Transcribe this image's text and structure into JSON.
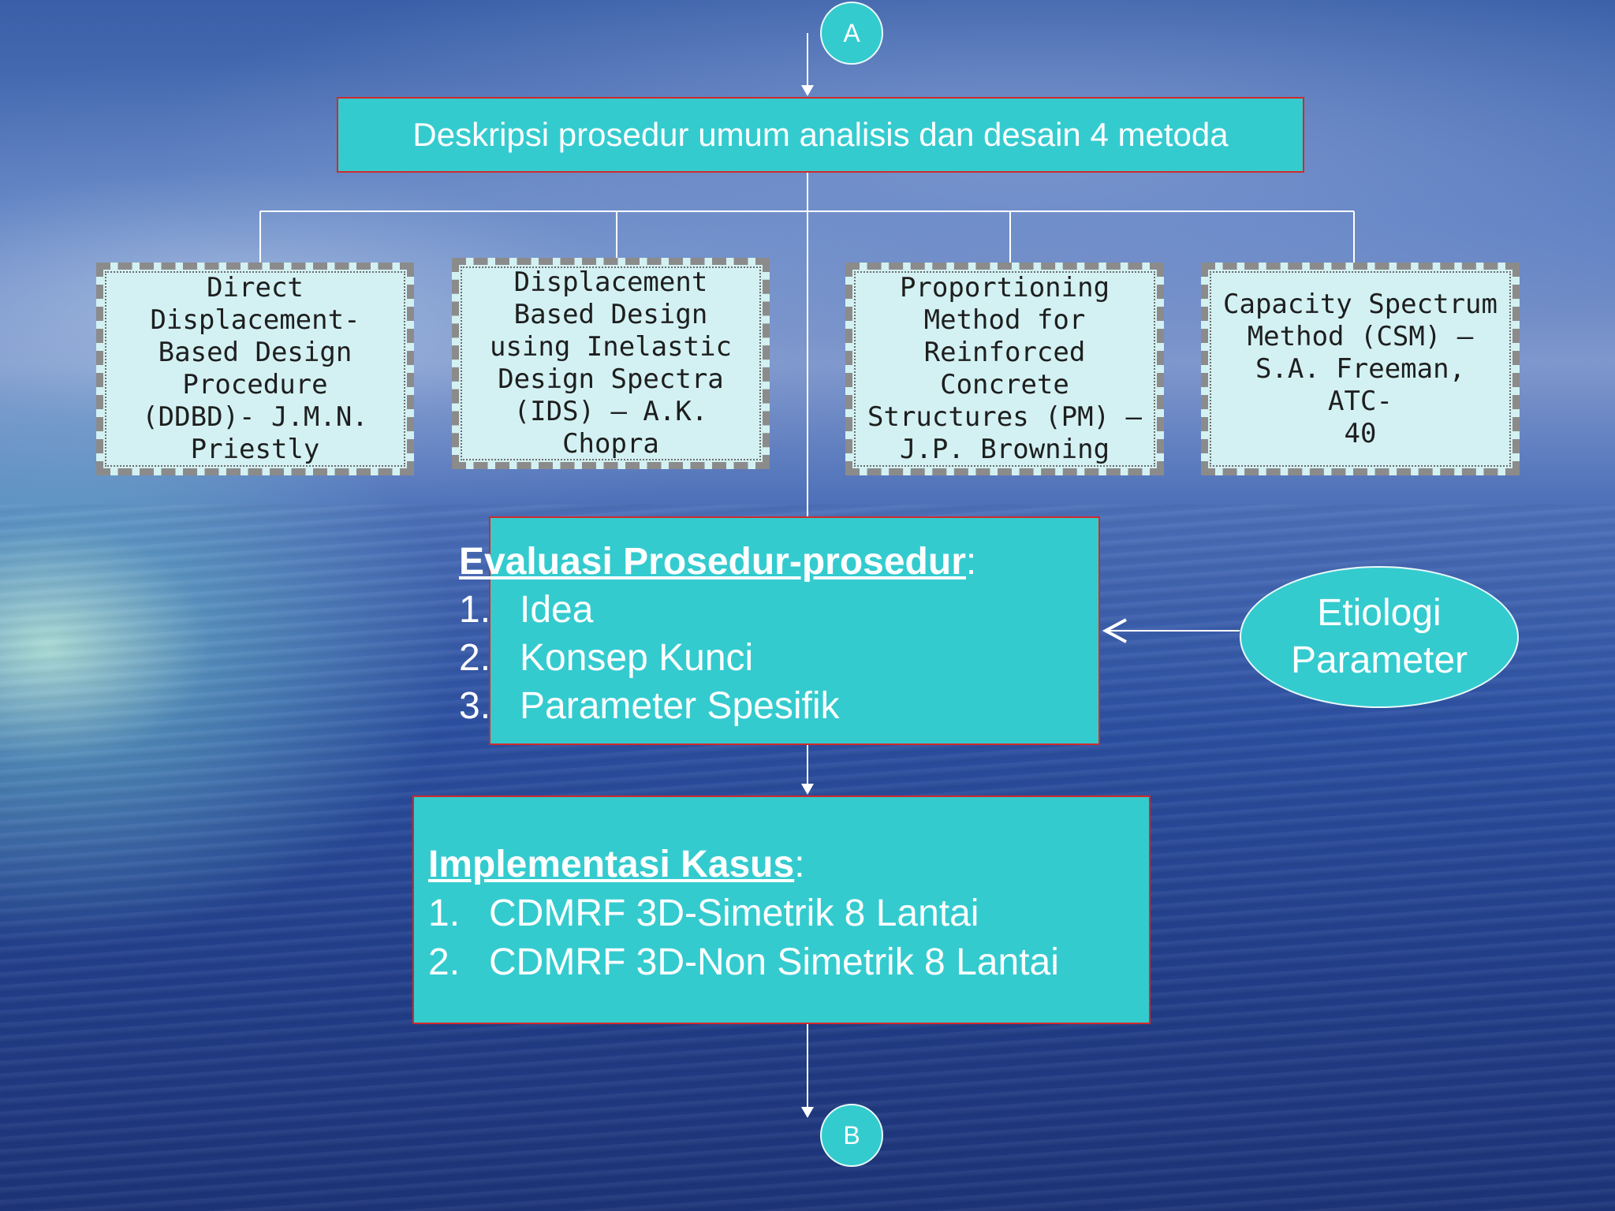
{
  "connector_top": {
    "label": "A"
  },
  "connector_bottom": {
    "label": "B"
  },
  "header": {
    "title": "Deskripsi prosedur umum analisis dan desain 4 metoda"
  },
  "methods": [
    {
      "label": "Direct\nDisplacement-\nBased Design\nProcedure\n(DDBD)- J.M.N.\nPriestly"
    },
    {
      "label": "Displacement\nBased Design\nusing Inelastic\nDesign Spectra\n(IDS) – A.K.\nChopra"
    },
    {
      "label": "Proportioning\nMethod for\nReinforced\nConcrete\nStructures (PM) –\nJ.P. Browning"
    },
    {
      "label": "Capacity Spectrum\nMethod (CSM) –\nS.A. Freeman, ATC-\n40"
    }
  ],
  "evaluation": {
    "heading": "Evaluasi Prosedur-prosedur",
    "colon": ":",
    "items": [
      {
        "num": "1.",
        "text": "Idea"
      },
      {
        "num": "2.",
        "text": "Konsep Kunci"
      },
      {
        "num": "3.",
        "text": "Parameter Spesifik"
      }
    ]
  },
  "etiology": {
    "line1": "Etiologi",
    "line2": "Parameter"
  },
  "implementation": {
    "heading": "Implementasi Kasus",
    "colon": ":",
    "items": [
      {
        "num": "1.",
        "text": "CDMRF 3D-Simetrik 8 Lantai"
      },
      {
        "num": "2.",
        "text": "CDMRF 3D-Non Simetrik 8 Lantai"
      }
    ]
  },
  "colors": {
    "box_fill": "#34cbcf",
    "box_border": "#d02a2a",
    "method_fill": "#d3f1f3"
  }
}
